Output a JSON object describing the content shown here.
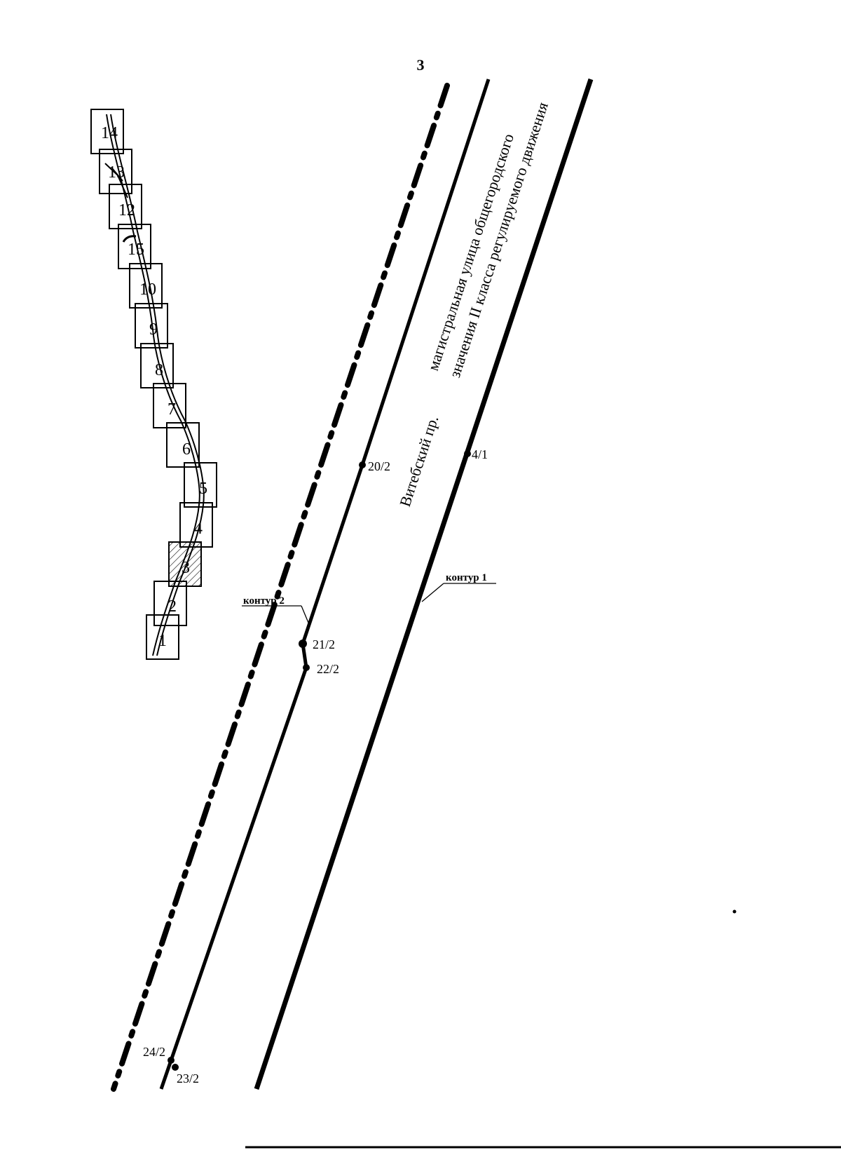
{
  "sheet_number": "3",
  "street": {
    "name": "Витебский пр.",
    "description_line1": "магистральная улица общегородского",
    "description_line2": "значения II класса регулируемого движения"
  },
  "contours": [
    {
      "id": "contour-1",
      "label": "контур 1"
    },
    {
      "id": "contour-2",
      "label": "контур 2"
    }
  ],
  "points": [
    {
      "id": "pt-20-2",
      "label": "20/2"
    },
    {
      "id": "pt-21-2",
      "label": "21/2"
    },
    {
      "id": "pt-22-2",
      "label": "22/2"
    },
    {
      "id": "pt-23-2",
      "label": "23/2"
    },
    {
      "id": "pt-24-2",
      "label": "24/2"
    },
    {
      "id": "pt-4-1",
      "label": "4/1"
    }
  ],
  "squares": [
    {
      "label": "1",
      "hatched": false
    },
    {
      "label": "2",
      "hatched": false
    },
    {
      "label": "3",
      "hatched": true
    },
    {
      "label": "4",
      "hatched": false
    },
    {
      "label": "5",
      "hatched": false
    },
    {
      "label": "6",
      "hatched": false
    },
    {
      "label": "7",
      "hatched": false
    },
    {
      "label": "8",
      "hatched": false
    },
    {
      "label": "9",
      "hatched": false
    },
    {
      "label": "10",
      "hatched": false
    },
    {
      "label": "15",
      "hatched": false
    },
    {
      "label": "12",
      "hatched": false
    },
    {
      "label": "13",
      "hatched": false
    },
    {
      "label": "14",
      "hatched": false
    }
  ]
}
